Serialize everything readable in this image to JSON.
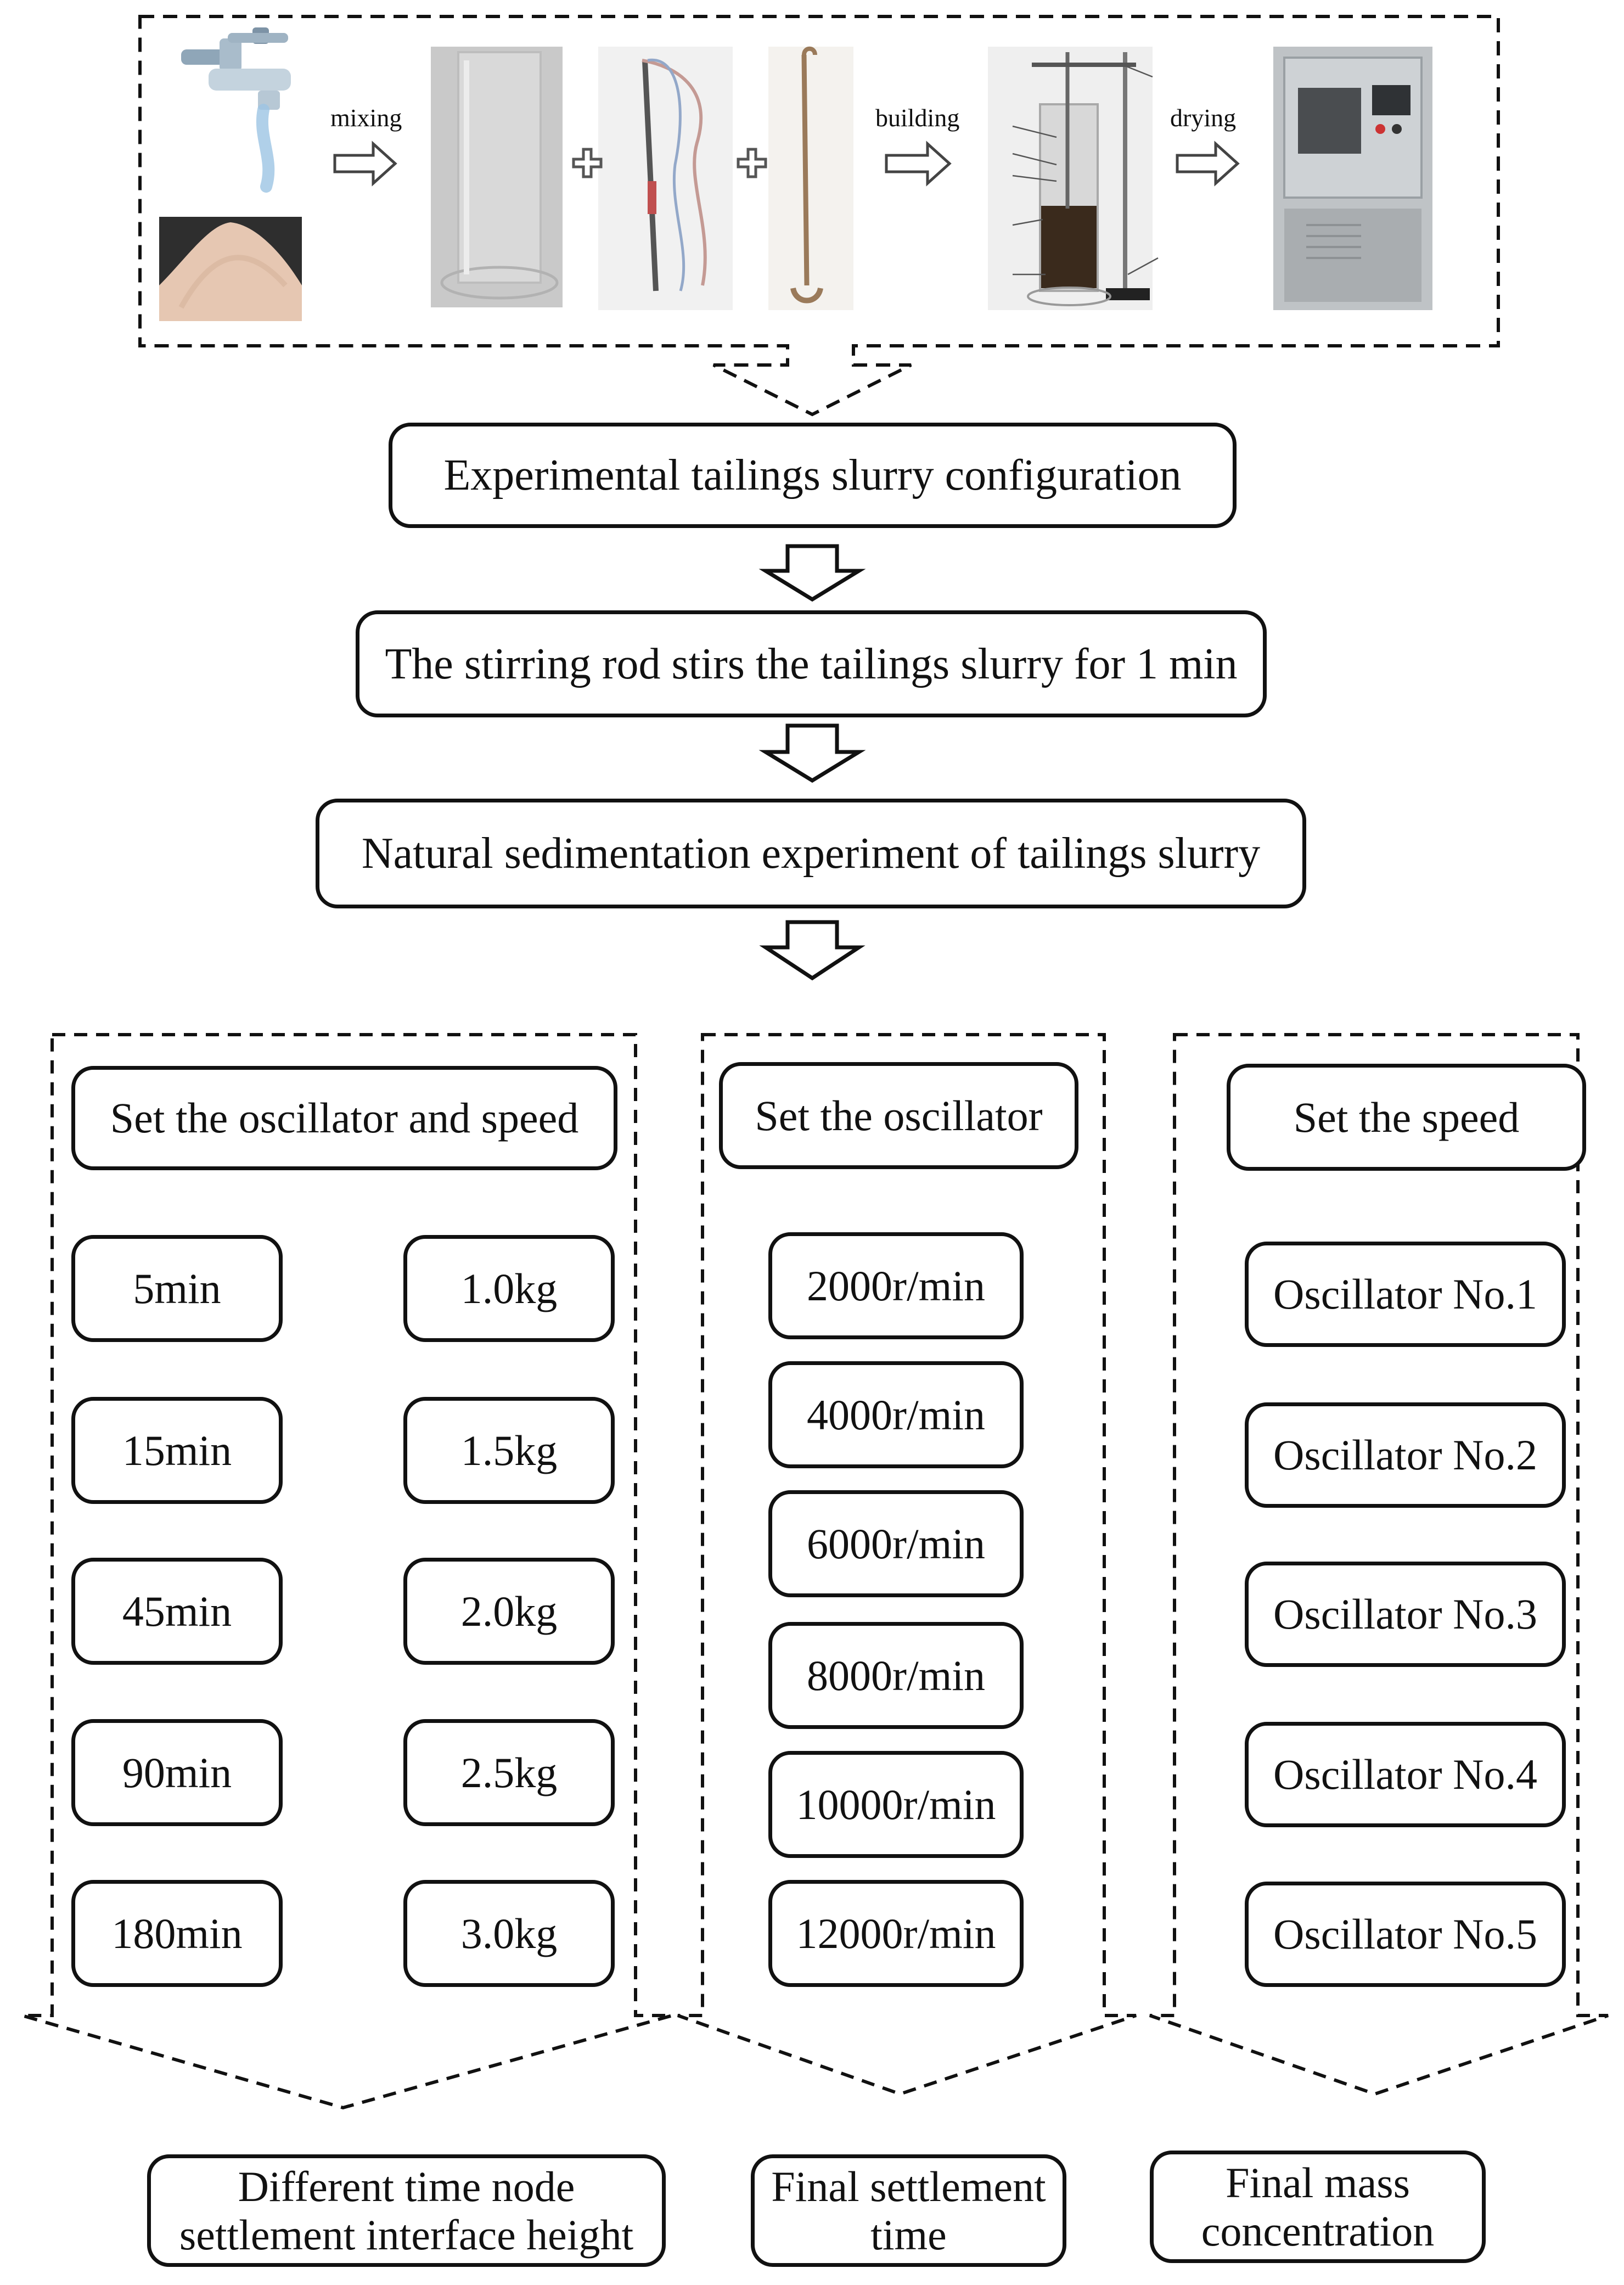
{
  "top_panel": {
    "step_labels": [
      "mixing",
      "building",
      "drying"
    ],
    "photos": [
      "water-tap",
      "tailings-sand",
      "acrylic-cylinder",
      "sensor-cable",
      "stirring-rod",
      "assembled-settling-column",
      "drying-oven"
    ]
  },
  "flow": {
    "step1": "Experimental tailings slurry configuration",
    "step2": "The stirring rod stirs the tailings slurry for 1 min",
    "step3": "Natural sedimentation experiment of tailings slurry"
  },
  "columns": [
    {
      "header": "Set the oscillator and speed",
      "times": [
        "5min",
        "15min",
        "45min",
        "90min",
        "180min"
      ],
      "masses": [
        "1.0kg",
        "1.5kg",
        "2.0kg",
        "2.5kg",
        "3.0kg"
      ],
      "output": "Different time node settlement interface height"
    },
    {
      "header": "Set the oscillator",
      "items": [
        "2000r/min",
        "4000r/min",
        "6000r/min",
        "8000r/min",
        "10000r/min",
        "12000r/min"
      ],
      "output": "Final settlement time"
    },
    {
      "header": "Set the speed",
      "items": [
        "Oscillator No.1",
        "Oscillator No.2",
        "Oscillator No.3",
        "Oscillator No.4",
        "Oscillator No.5"
      ],
      "output": "Final mass concentration"
    }
  ]
}
